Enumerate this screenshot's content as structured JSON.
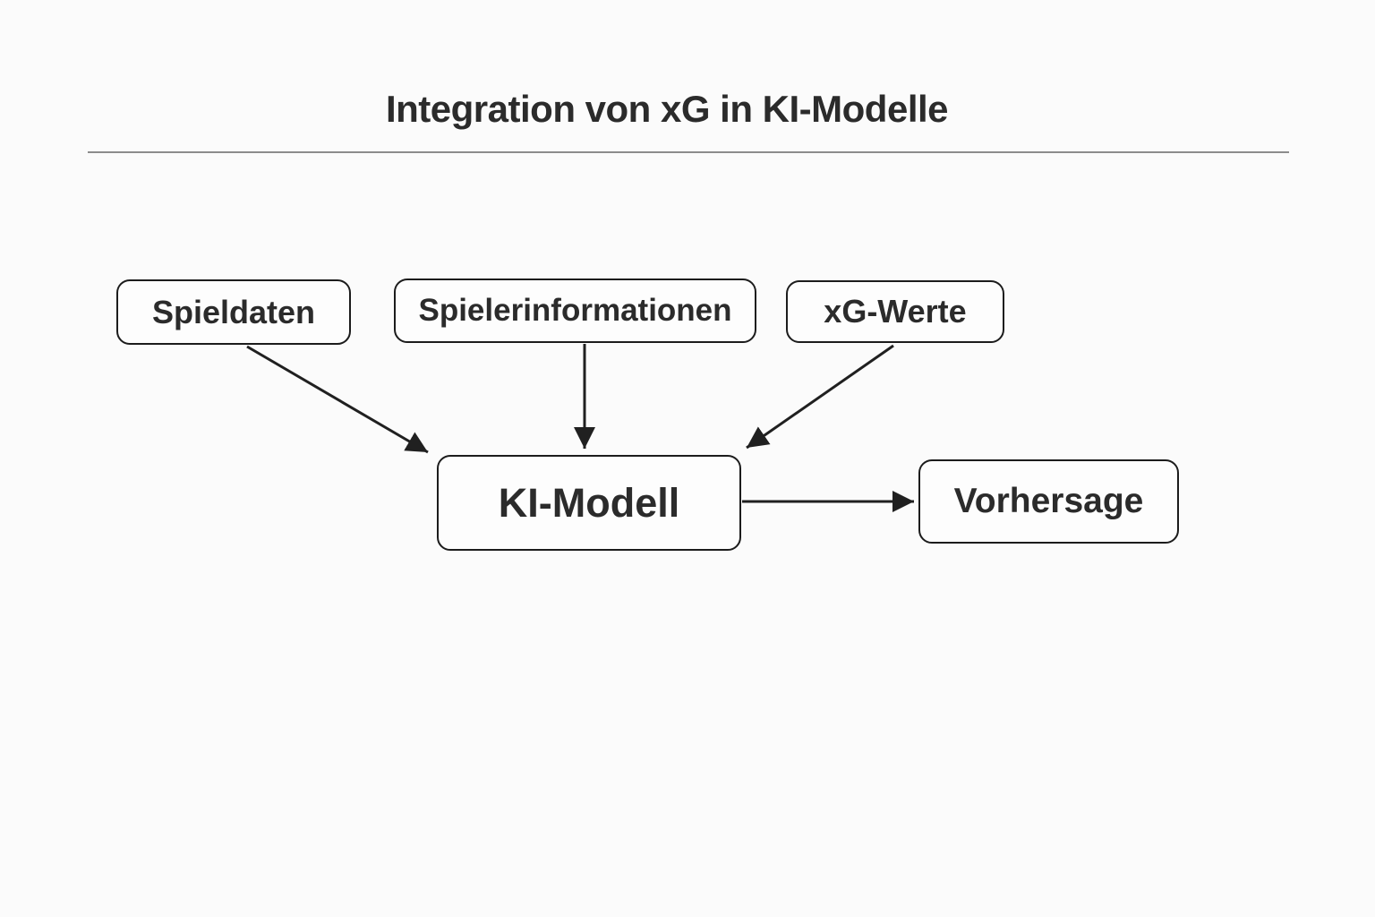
{
  "title": "Integration von xG in KI-Modelle",
  "colors": {
    "background": "#fbfbfb",
    "box_fill": "#fdfdfd",
    "box_border": "#1c1c1c",
    "text": "#2b2b2b",
    "arrow": "#202020",
    "divider": "#8c8c8c"
  },
  "nodes": {
    "spieldaten": {
      "label": "Spieldaten"
    },
    "spielerinformationen": {
      "label": "Spielerinformationen"
    },
    "xg_werte": {
      "label": "xG-Werte"
    },
    "ki_modell": {
      "label": "KI-Modell"
    },
    "vorhersage": {
      "label": "Vorhersage"
    }
  },
  "edges": [
    {
      "from": "Spieldaten",
      "to": "KI-Modell"
    },
    {
      "from": "Spielerinformationen",
      "to": "KI-Modell"
    },
    {
      "from": "xG-Werte",
      "to": "KI-Modell"
    },
    {
      "from": "KI-Modell",
      "to": "Vorhersage"
    }
  ]
}
